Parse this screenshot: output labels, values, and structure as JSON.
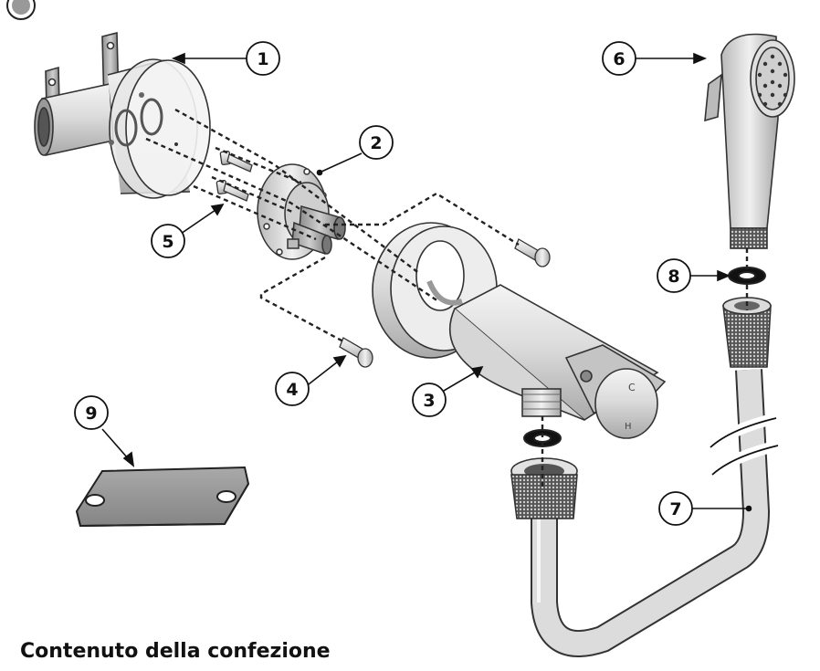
{
  "title": "Contenuto della confezione",
  "callouts": [
    {
      "label": "1"
    },
    {
      "label": "2"
    },
    {
      "label": "3"
    },
    {
      "label": "4"
    },
    {
      "label": "5"
    },
    {
      "label": "6"
    },
    {
      "label": "7"
    },
    {
      "label": "8"
    },
    {
      "label": "9"
    }
  ],
  "valve_markings": {
    "cold": "C",
    "hot": "H"
  }
}
